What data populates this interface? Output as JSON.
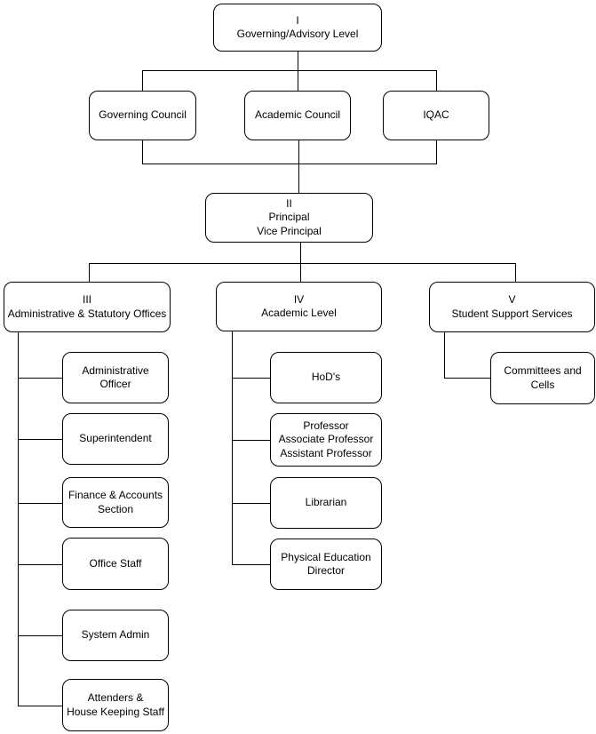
{
  "diagram": {
    "type": "org-chart",
    "colors": {
      "background": "#ffffff",
      "node_fill": "#ffffff",
      "node_border": "#000000",
      "connector": "#000000",
      "text": "#000000"
    },
    "nodes": {
      "level1": {
        "label": "I\nGoverning/Advisory Level"
      },
      "governingCouncil": {
        "label": "Governing Council"
      },
      "academicCouncil": {
        "label": "Academic Council"
      },
      "iqac": {
        "label": "IQAC"
      },
      "level2": {
        "label": "II\nPrincipal\nVice Principal"
      },
      "level3": {
        "label": "III\nAdministrative & Statutory Offices"
      },
      "level4": {
        "label": "IV\nAcademic Level"
      },
      "level5": {
        "label": "V\nStudent Support Services"
      },
      "adminOfficer": {
        "label": "Administrative Officer"
      },
      "superintendent": {
        "label": "Superintendent"
      },
      "finance": {
        "label": "Finance & Accounts\nSection"
      },
      "officeStaff": {
        "label": "Office Staff"
      },
      "systemAdmin": {
        "label": "System Admin"
      },
      "attenders": {
        "label": "Attenders &\nHouse Keeping Staff"
      },
      "hods": {
        "label": "HoD's"
      },
      "professors": {
        "label": "Professor\nAssociate Professor\nAssistant Professor"
      },
      "librarian": {
        "label": "Librarian"
      },
      "physicalEducationDirector": {
        "label": "Physical Education\nDirector"
      },
      "committees": {
        "label": "Committees and Cells"
      }
    }
  }
}
